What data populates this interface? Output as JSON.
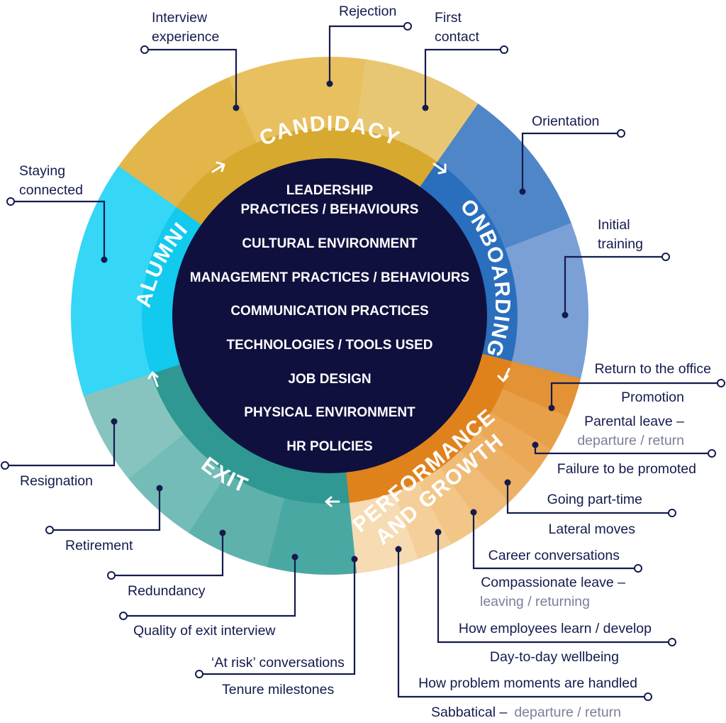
{
  "core": {
    "lines": [
      "LEADERSHIP",
      "PRACTICES / BEHAVIOURS",
      "CULTURAL ENVIRONMENT",
      "MANAGEMENT PRACTICES / BEHAVIOURS",
      "COMMUNICATION PRACTICES",
      "TECHNOLOGIES / TOOLS USED",
      "JOB DESIGN",
      "PHYSICAL ENVIRONMENT",
      "HR POLICIES"
    ],
    "color": "#10103f"
  },
  "stages": {
    "candidacy": {
      "label": "CANDIDACY",
      "color": "#d8a92f"
    },
    "onboarding": {
      "label": "ONBOARDING",
      "color": "#2a6fbd"
    },
    "performance": {
      "label": "PERFORMANCE",
      "label2": "AND GROWTH",
      "color": "#e0821c"
    },
    "exit": {
      "label": "EXIT",
      "color": "#2f9892"
    },
    "alumni": {
      "label": "ALUMNI",
      "color": "#12c9ee"
    }
  },
  "callouts": {
    "interview_1": "Interview",
    "interview_2": "experience",
    "rejection": "Rejection",
    "first_contact_1": "First",
    "first_contact_2": "contact",
    "orientation": "Orientation",
    "initial_training_1": "Initial",
    "initial_training_2": "training",
    "return_office": "Return to the office",
    "promotion": "Promotion",
    "parental_1": "Parental leave –",
    "parental_2": "departure / return",
    "failure_promoted": "Failure to be promoted",
    "part_time": "Going part-time",
    "lateral": "Lateral moves",
    "career_conv": "Career conversations",
    "compassionate_1": "Compassionate leave –",
    "compassionate_2": "leaving / returning",
    "how_learn": "How employees learn / develop",
    "wellbeing": "Day-to-day wellbeing",
    "problem_moments": "How problem moments are handled",
    "sabbatical_1": "Sabbatical –",
    "sabbatical_2": "departure / return",
    "staying_1": "Staying",
    "staying_2": "connected",
    "resignation": "Resignation",
    "retirement": "Retirement",
    "redundancy": "Redundancy",
    "quality_exit": "Quality of exit interview",
    "at_risk": "‘At risk’ conversations",
    "tenure": "Tenure milestones"
  }
}
